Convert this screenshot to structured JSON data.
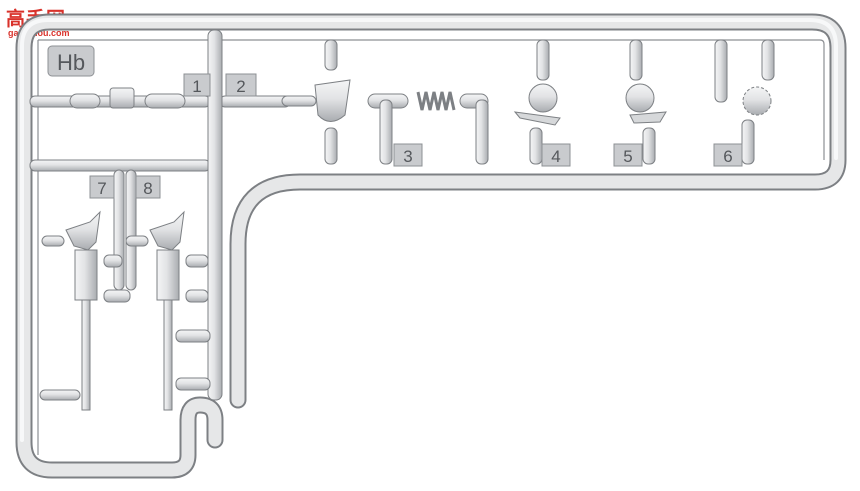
{
  "watermark": {
    "site_name": "高手网",
    "url": "gao-shou.com"
  },
  "sprue": {
    "id_label": "Hb",
    "part_numbers": [
      "1",
      "2",
      "3",
      "4",
      "5",
      "6",
      "7",
      "8"
    ]
  },
  "colors": {
    "plastic_light": "#e6e7e8",
    "plastic_mid": "#cfd1d3",
    "plastic_dark": "#9b9ea2",
    "outline": "#7d8084",
    "tag_fill": "#c9cbce",
    "label_text": "#55585c",
    "watermark_red": "#d9322b"
  }
}
